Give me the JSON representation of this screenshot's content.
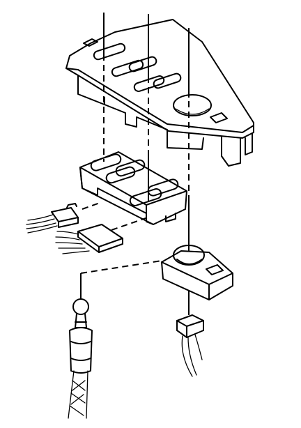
{
  "diagram": {
    "type": "exploded-assembly-line-drawing",
    "parts": [
      "switch-bezel-panel",
      "window-switch-assembly",
      "wire-connector-small",
      "wire-connector-large",
      "lock-switch",
      "lock-switch-connector",
      "lamp-bulb",
      "lamp-socket"
    ],
    "colors": {
      "line": "#000000",
      "background": "#ffffff"
    }
  }
}
